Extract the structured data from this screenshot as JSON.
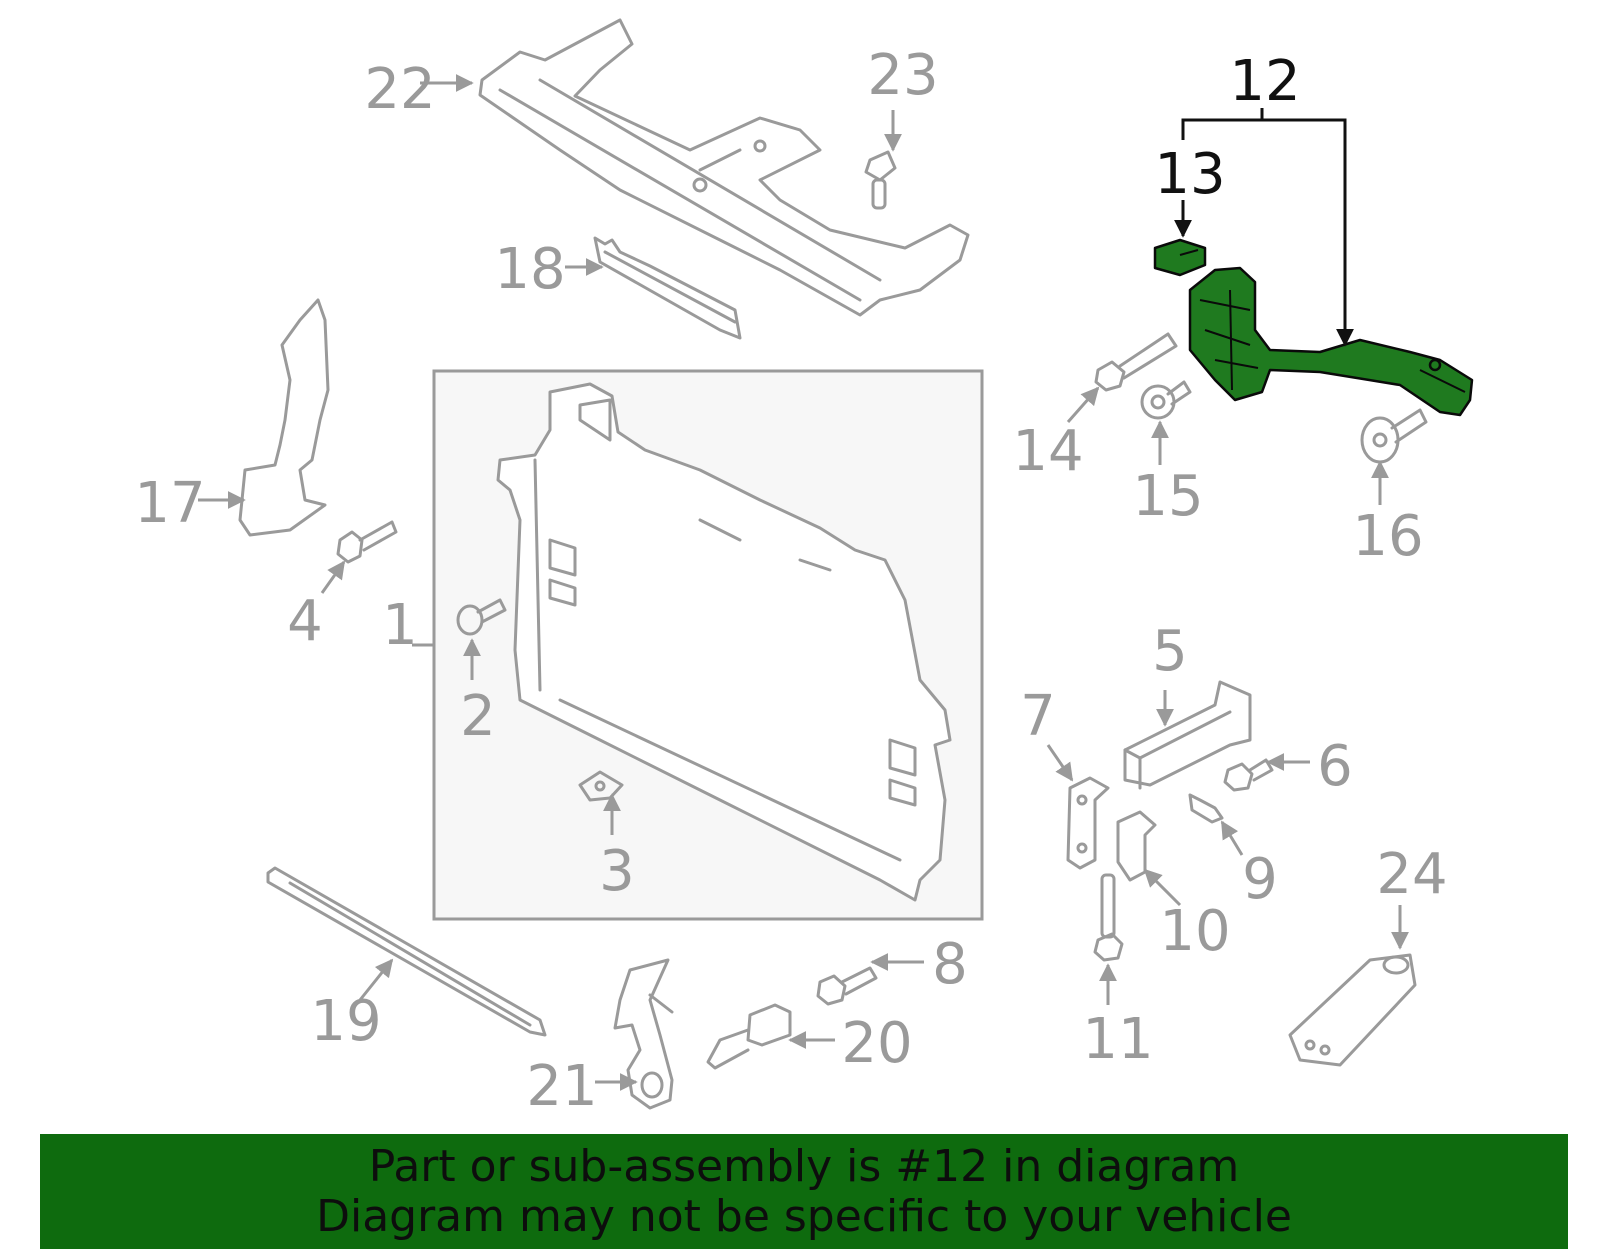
{
  "diagram": {
    "callouts": [
      "1",
      "2",
      "3",
      "4",
      "5",
      "6",
      "7",
      "8",
      "9",
      "10",
      "11",
      "12",
      "13",
      "14",
      "15",
      "16",
      "17",
      "18",
      "19",
      "20",
      "21",
      "22",
      "23",
      "24"
    ],
    "highlighted": [
      "12",
      "13"
    ]
  },
  "colors": {
    "highlight_fill": "#1f7a1f",
    "part_stroke": "#9a9a9a",
    "banner_background": "#0e6b0e",
    "frame_background": "#f7f7f7"
  },
  "banner": {
    "line1": "Part or sub-assembly is #12 in diagram",
    "line2": "Diagram may not be specific to your vehicle"
  }
}
